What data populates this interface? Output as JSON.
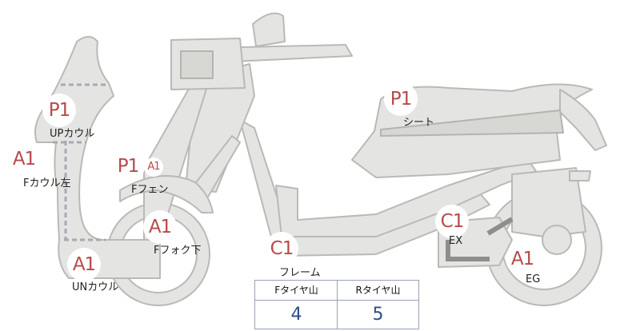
{
  "parts": [
    {
      "key": "up-cowl",
      "grade": "P1",
      "label": "UPカウル"
    },
    {
      "key": "f-cowl-left",
      "grade": "A1",
      "label": "Fカウル左"
    },
    {
      "key": "f-fender",
      "grade": "P1",
      "subgrade": "A1",
      "label": "Fフェン"
    },
    {
      "key": "f-fork-lower",
      "grade": "A1",
      "label": "Fフォク下"
    },
    {
      "key": "un-cowl",
      "grade": "A1",
      "label": "UNカウル"
    },
    {
      "key": "frame",
      "grade": "C1",
      "label": "フレーム"
    },
    {
      "key": "seat",
      "grade": "P1",
      "label": "シート"
    },
    {
      "key": "exhaust",
      "grade": "C1",
      "label": "EX"
    },
    {
      "key": "engine",
      "grade": "A1",
      "label": "EG"
    }
  ],
  "tread_table": {
    "front_header": "Fタイヤ山",
    "rear_header": "Rタイヤ山",
    "front_value": "4",
    "rear_value": "5"
  }
}
